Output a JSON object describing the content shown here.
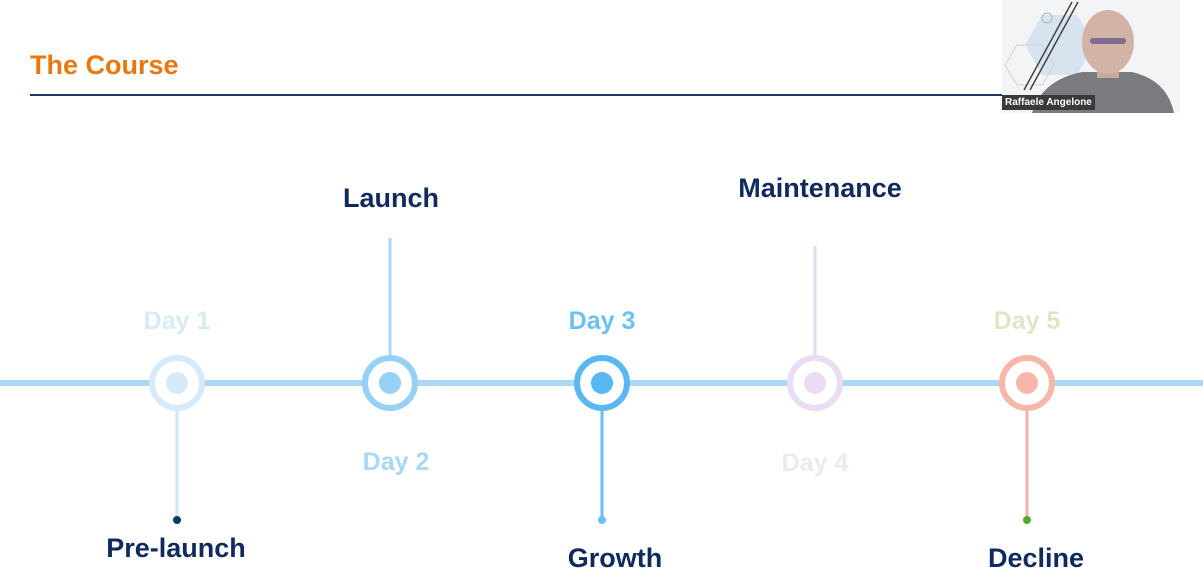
{
  "slide": {
    "title": "The Course"
  },
  "timeline": {
    "days": [
      "Day 1",
      "Day 2",
      "Day 3",
      "Day 4",
      "Day 5"
    ],
    "stages": [
      "Pre-launch",
      "Launch",
      "Growth",
      "Maintenance",
      "Decline"
    ],
    "colors": {
      "axis": "#a8d8f5",
      "stage_text": "#0f2a5c"
    }
  },
  "webcam": {
    "participant_name": "Raffaele Angelone"
  }
}
